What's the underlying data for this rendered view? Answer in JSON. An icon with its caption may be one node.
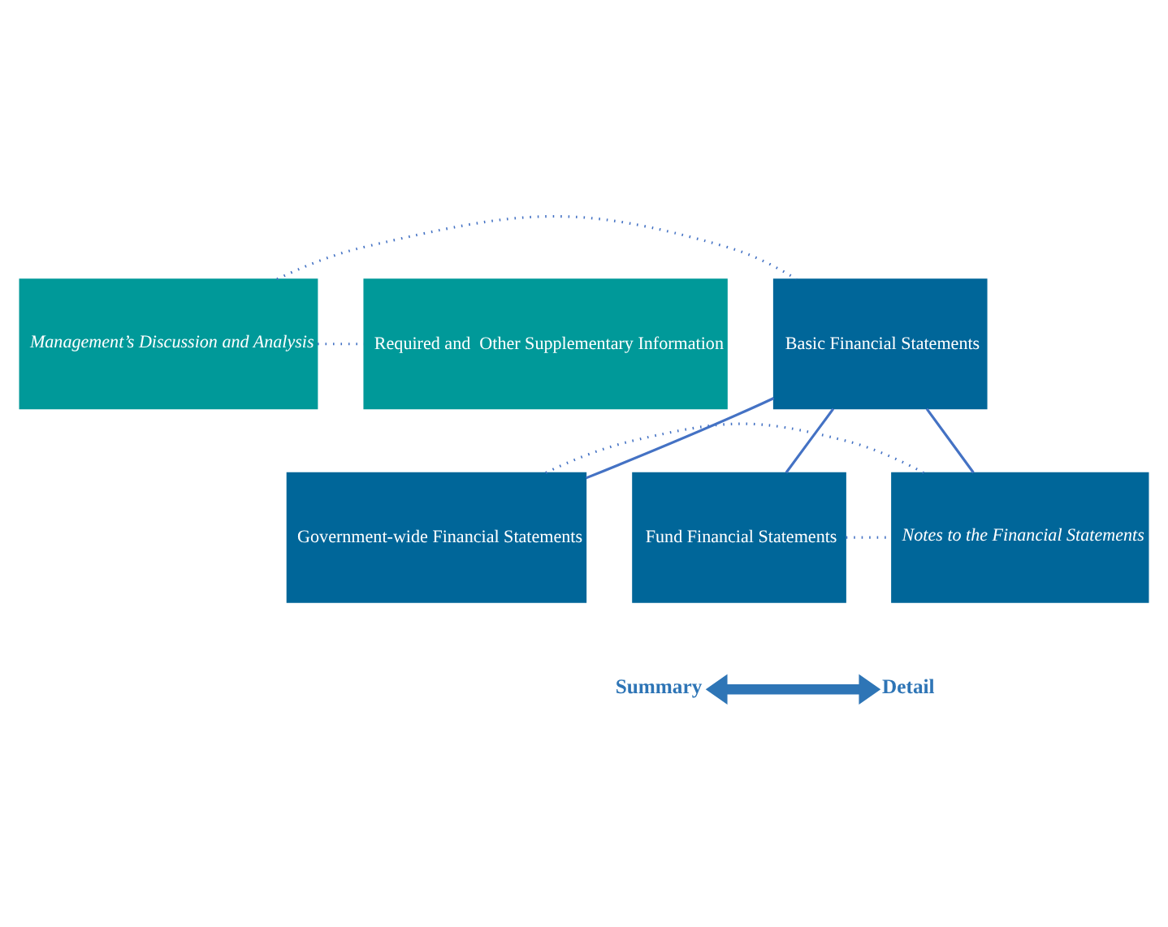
{
  "diagram": {
    "nodes": [
      {
        "text": [
          "Management’s Discussion and Analysis"
        ]
      },
      {
        "text": [
          "Basic Financial Statements"
        ]
      },
      {
        "text": [
          "Required and  Other Supplementary Information"
        ]
      },
      {
        "text": [
          "Government-wide Financial Statements"
        ]
      },
      {
        "text": [
          "Fund Financial Statements"
        ]
      },
      {
        "text": [
          "Notes to the Financial Statements"
        ]
      },
      {
        "text": [
          "Summary"
        ]
      },
      {
        "text": [
          "Detail"
        ]
      }
    ],
    "edges": [
      {
        "from": 0,
        "to": 1,
        "arrow": "none",
        "style": "dashed"
      },
      {
        "from": 0,
        "to": 2,
        "arrow": "none",
        "style": "dashed"
      },
      {
        "from": 1,
        "to": 3,
        "arrow": "none"
      },
      {
        "from": 1,
        "to": 4,
        "arrow": "none"
      },
      {
        "from": 1,
        "to": 5,
        "arrow": "none"
      },
      {
        "from": 3,
        "to": 5,
        "arrow": "none",
        "style": "dashed"
      },
      {
        "from": 4,
        "to": 5,
        "arrow": "none",
        "style": "dashed"
      },
      {
        "from": 6,
        "to": 7,
        "arrow": "both",
        "style": "thick",
        "color": "#2e75b6"
      }
    ]
  }
}
